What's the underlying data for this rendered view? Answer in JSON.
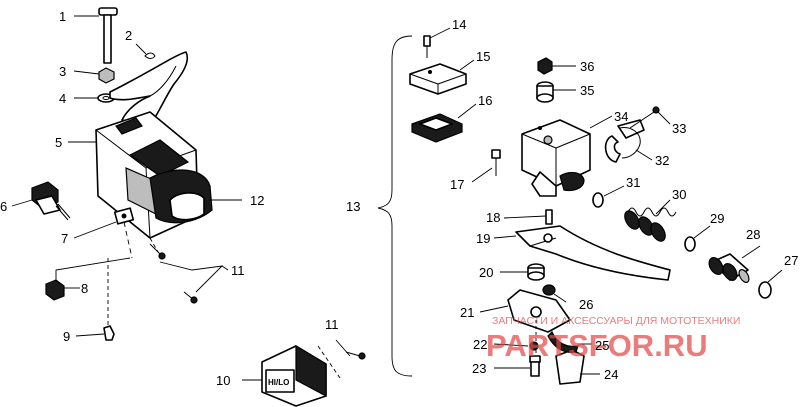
{
  "callouts": {
    "c1": "1",
    "c2": "2",
    "c3": "3",
    "c4": "4",
    "c5": "5",
    "c6": "6",
    "c7": "7",
    "c8": "8",
    "c9": "9",
    "c10": "10",
    "c11a": "11",
    "c11b": "11",
    "c12": "12",
    "c13": "13",
    "c14": "14",
    "c15": "15",
    "c16": "16",
    "c17": "17",
    "c18": "18",
    "c19": "19",
    "c20": "20",
    "c21": "21",
    "c22": "22",
    "c23": "23",
    "c24": "24",
    "c25": "25",
    "c26": "26",
    "c27": "27",
    "c28": "28",
    "c29": "29",
    "c30": "30",
    "c31": "31",
    "c32": "32",
    "c33": "33",
    "c34": "34",
    "c35": "35",
    "c36": "36"
  },
  "switch_label": "HI/LO",
  "watermark": {
    "tagline": "ЗАПЧАСТИ И АКСЕССУАРЫ ДЛЯ МОТОТЕХНИКИ",
    "brand": "PARTSFOR.RU"
  }
}
